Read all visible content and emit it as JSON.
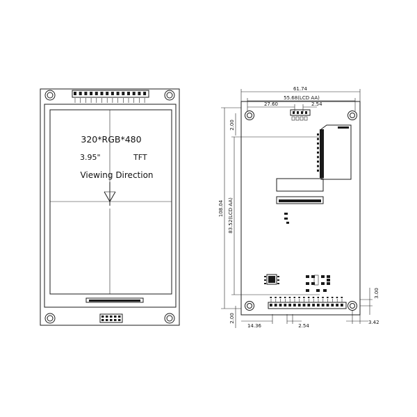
{
  "front_view": {
    "resolution": "320*RGB*480",
    "size": "3.95\"",
    "tech": "TFT",
    "direction": "Viewing Direction"
  },
  "side_view": {
    "dims": {
      "width": "61.74",
      "lcd_aa_width": "55.68(LCD AA)",
      "offset_x": "27.60",
      "pitch_top": "2.54",
      "top_offset": "2.00",
      "height": "108.04",
      "lcd_aa_height": "83.52(LCD AA)",
      "right_hole": "3.00",
      "bottom_offset": "2.00",
      "bottom_left": "14.36",
      "pitch_bottom": "2.54",
      "bottom_right": "3.42"
    }
  },
  "colors": {
    "line": "#1a1a1a",
    "background": "#ffffff"
  }
}
